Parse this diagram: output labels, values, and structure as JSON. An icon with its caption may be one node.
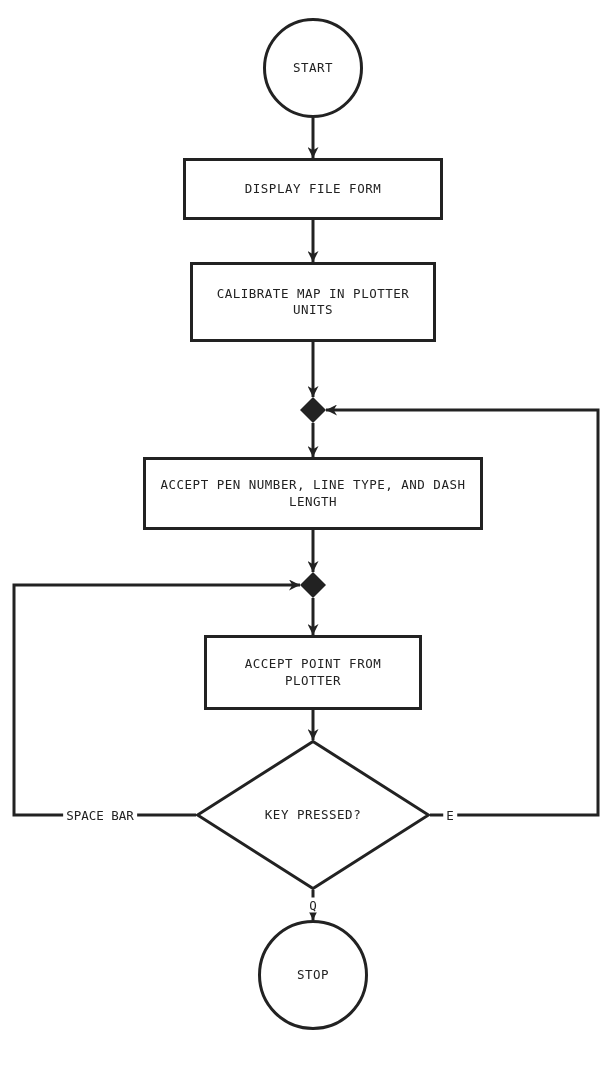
{
  "diagram": {
    "nodes": [
      {
        "text": [
          "START"
        ]
      },
      {
        "text": [
          "DISPLAY FILE FORM"
        ]
      },
      {
        "text": [
          "CALIBRATE MAP IN PLOTTER UNITS"
        ]
      },
      {
        "text": [],
        "shape": "diamond"
      },
      {
        "text": [
          "ACCEPT PEN NUMBER, LINE TYPE, AND DASH LENGTH"
        ]
      },
      {
        "text": [],
        "shape": "diamond"
      },
      {
        "text": [
          "ACCEPT POINT FROM PLOTTER"
        ]
      },
      {
        "text": [
          "KEY PRESSED?"
        ]
      },
      {
        "text": [
          "STOP"
        ]
      }
    ],
    "edges": [
      {
        "from": 0,
        "to": 1,
        "arrow": "to"
      },
      {
        "from": 1,
        "to": 2,
        "arrow": "to"
      },
      {
        "from": 2,
        "to": 3,
        "arrow": "to"
      },
      {
        "from": 3,
        "to": 4,
        "arrow": "to"
      },
      {
        "from": 4,
        "to": 5,
        "arrow": "to"
      },
      {
        "from": 5,
        "to": 6,
        "arrow": "to"
      },
      {
        "from": 6,
        "to": 7,
        "arrow": "to"
      },
      {
        "from": 7,
        "to": 5,
        "arrow": "to",
        "label": "SPACE BAR"
      },
      {
        "from": 7,
        "to": 3,
        "arrow": "to",
        "label": "E"
      },
      {
        "from": 7,
        "to": 8,
        "arrow": "to",
        "label": "Q"
      }
    ]
  }
}
